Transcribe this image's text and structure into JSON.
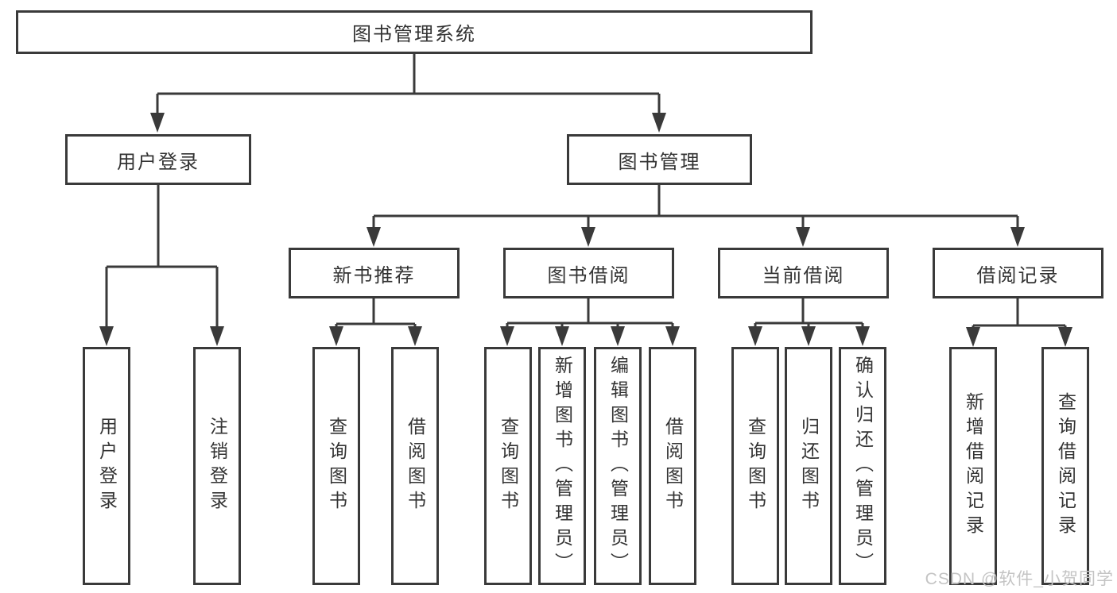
{
  "diagram": {
    "root": {
      "label": "图书管理系统"
    },
    "branches": [
      {
        "label": "用户登录",
        "children": [
          {
            "label": "用户登录"
          },
          {
            "label": "注销登录"
          }
        ]
      },
      {
        "label": "图书管理",
        "children": [
          {
            "label": "新书推荐",
            "children": [
              {
                "label": "查询图书"
              },
              {
                "label": "借阅图书"
              }
            ]
          },
          {
            "label": "图书借阅",
            "children": [
              {
                "label": "查询图书"
              },
              {
                "label": "新增图书（管理员）"
              },
              {
                "label": "编辑图书（管理员）"
              },
              {
                "label": "借阅图书"
              }
            ]
          },
          {
            "label": "当前借阅",
            "children": [
              {
                "label": "查询图书"
              },
              {
                "label": "归还图书"
              },
              {
                "label": "确认归还（管理员）"
              }
            ]
          },
          {
            "label": "借阅记录",
            "children": [
              {
                "label": "新增借阅记录"
              },
              {
                "label": "查询借阅记录"
              }
            ]
          }
        ]
      }
    ]
  },
  "watermark": {
    "text": "CSDN @软件_小贺同学"
  },
  "colors": {
    "line": "#3a3a3a",
    "text": "#333333",
    "background": "#ffffff",
    "watermark": "#c4c4c4"
  }
}
